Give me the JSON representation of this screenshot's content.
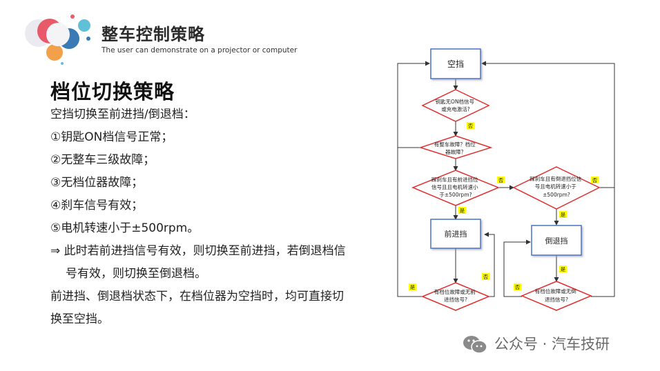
{
  "header": {
    "title": "整车控制策略",
    "subtitle": "The user can demonstrate on a projector or computer"
  },
  "section": {
    "title": "档位切换策略",
    "lines": [
      "空挡切换至前进挡/倒退档：",
      "①钥匙ON档信号正常；",
      "②无整车三级故障；",
      "③无档位器故障；",
      "④刹车信号有效；",
      "⑤电机转速小于±500rpm。",
      "⇒ 此时若前进挡信号有效，则切换至前进挡，若倒退档信",
      "号有效，则切换至倒退档。",
      "前进挡、倒退档状态下，在档位器为空挡时，均可直接切",
      "换至空挡。"
    ]
  },
  "flowchart": {
    "neutral": "空挡",
    "key_check": [
      "钥匙无ON档信号",
      "或充电激活?"
    ],
    "fault_check": [
      "有整车故障？档位",
      "器故障？"
    ],
    "forward_check": [
      "踩刹车且有前进挡位",
      "信号且且电机转速小",
      "于±500rpm?"
    ],
    "reverse_check": [
      "踩刹车且有倒退挡位信",
      "号且电机转速小于",
      "±500rpm?"
    ],
    "forward": "前进挡",
    "reverse": "倒退挡",
    "forward_exit": [
      "有档位故障或无前",
      "进挡信号?"
    ],
    "reverse_exit": [
      "有档位故障或无倒",
      "退挡信号?"
    ],
    "labels": {
      "no": "否",
      "yes": "是"
    },
    "colors": {
      "box_border": "#4472c4",
      "diamond_border": "#e03030",
      "label_bg": "#ffff00"
    }
  },
  "watermark": {
    "text": "公众号 · 汽车技研",
    "icon": "wechat-icon"
  }
}
